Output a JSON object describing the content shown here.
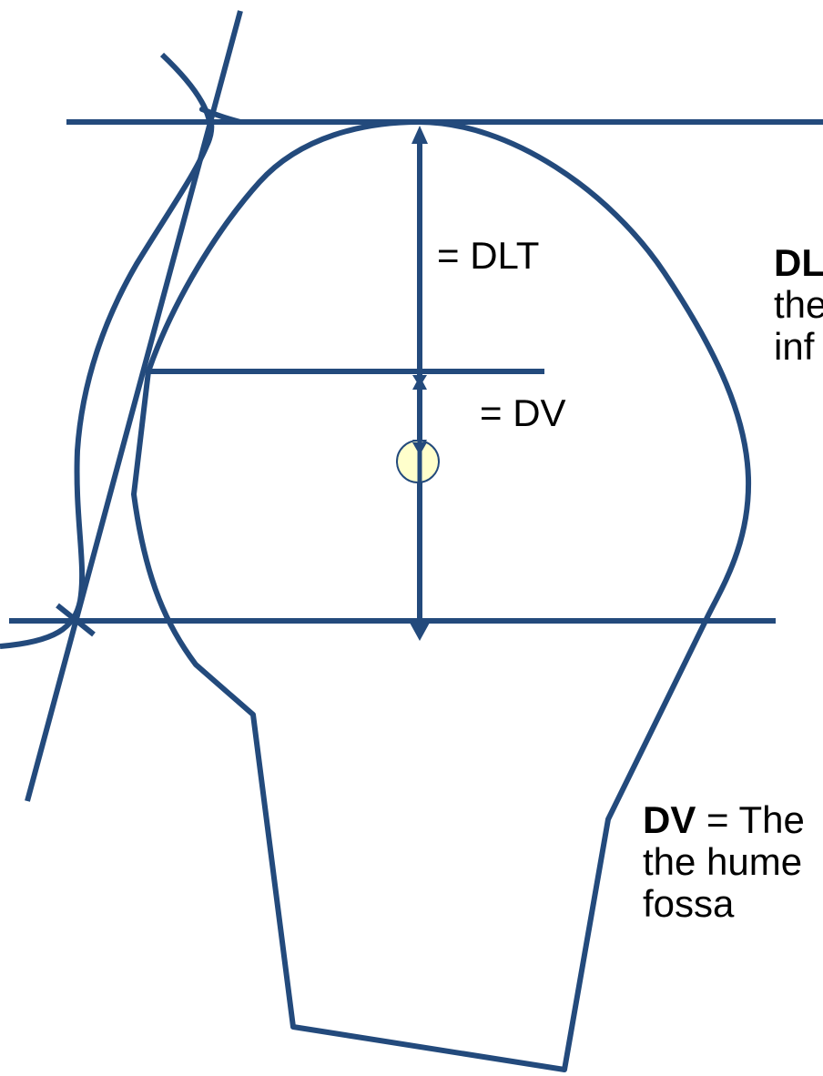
{
  "colors": {
    "line": "#234a7c",
    "marker_fill": "#ffffcc",
    "text": "#000000",
    "background": "#ffffff"
  },
  "labels": {
    "dlt": "= DLT",
    "dv": "= DV"
  },
  "captions": {
    "dlt": {
      "term": "DL",
      "lines": [
        "the",
        "inf"
      ]
    },
    "dv": {
      "term": "DV",
      "rest": " = The",
      "lines": [
        "the hume",
        "fossa"
      ]
    }
  }
}
